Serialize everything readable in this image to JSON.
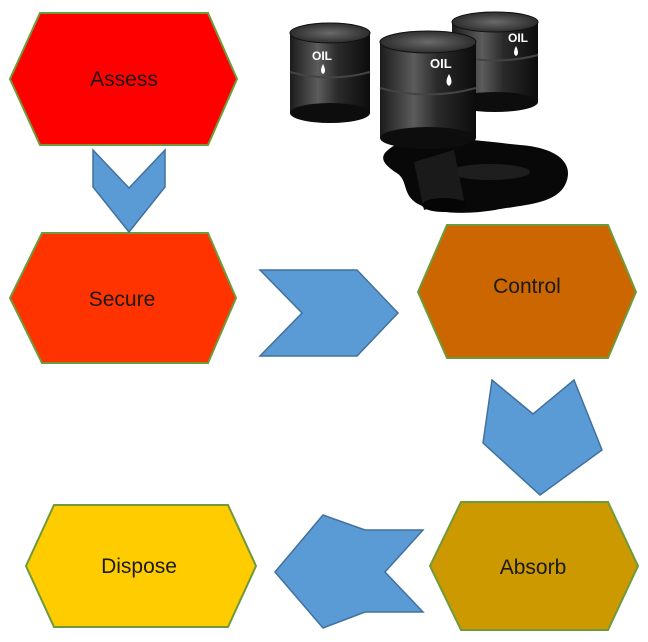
{
  "steps": [
    {
      "label": "Assess",
      "color": "#ff0000"
    },
    {
      "label": "Secure",
      "color": "#ff3300"
    },
    {
      "label": "Control",
      "color": "#cc6600"
    },
    {
      "label": "Absorb",
      "color": "#cc9900"
    },
    {
      "label": "Dispose",
      "color": "#ffcc00"
    }
  ],
  "image": {
    "barrel_text": [
      "OIL",
      "OIL",
      "OIL"
    ]
  },
  "colors": {
    "arrow_fill": "#5b9bd5",
    "arrow_stroke": "#41719c",
    "hex_border": "#6f9a3a",
    "oil": "#111111"
  },
  "icons": [
    "oil-barrels-spill-illustration",
    "arrow-down-icon",
    "arrow-right-icon",
    "arrow-left-icon"
  ]
}
